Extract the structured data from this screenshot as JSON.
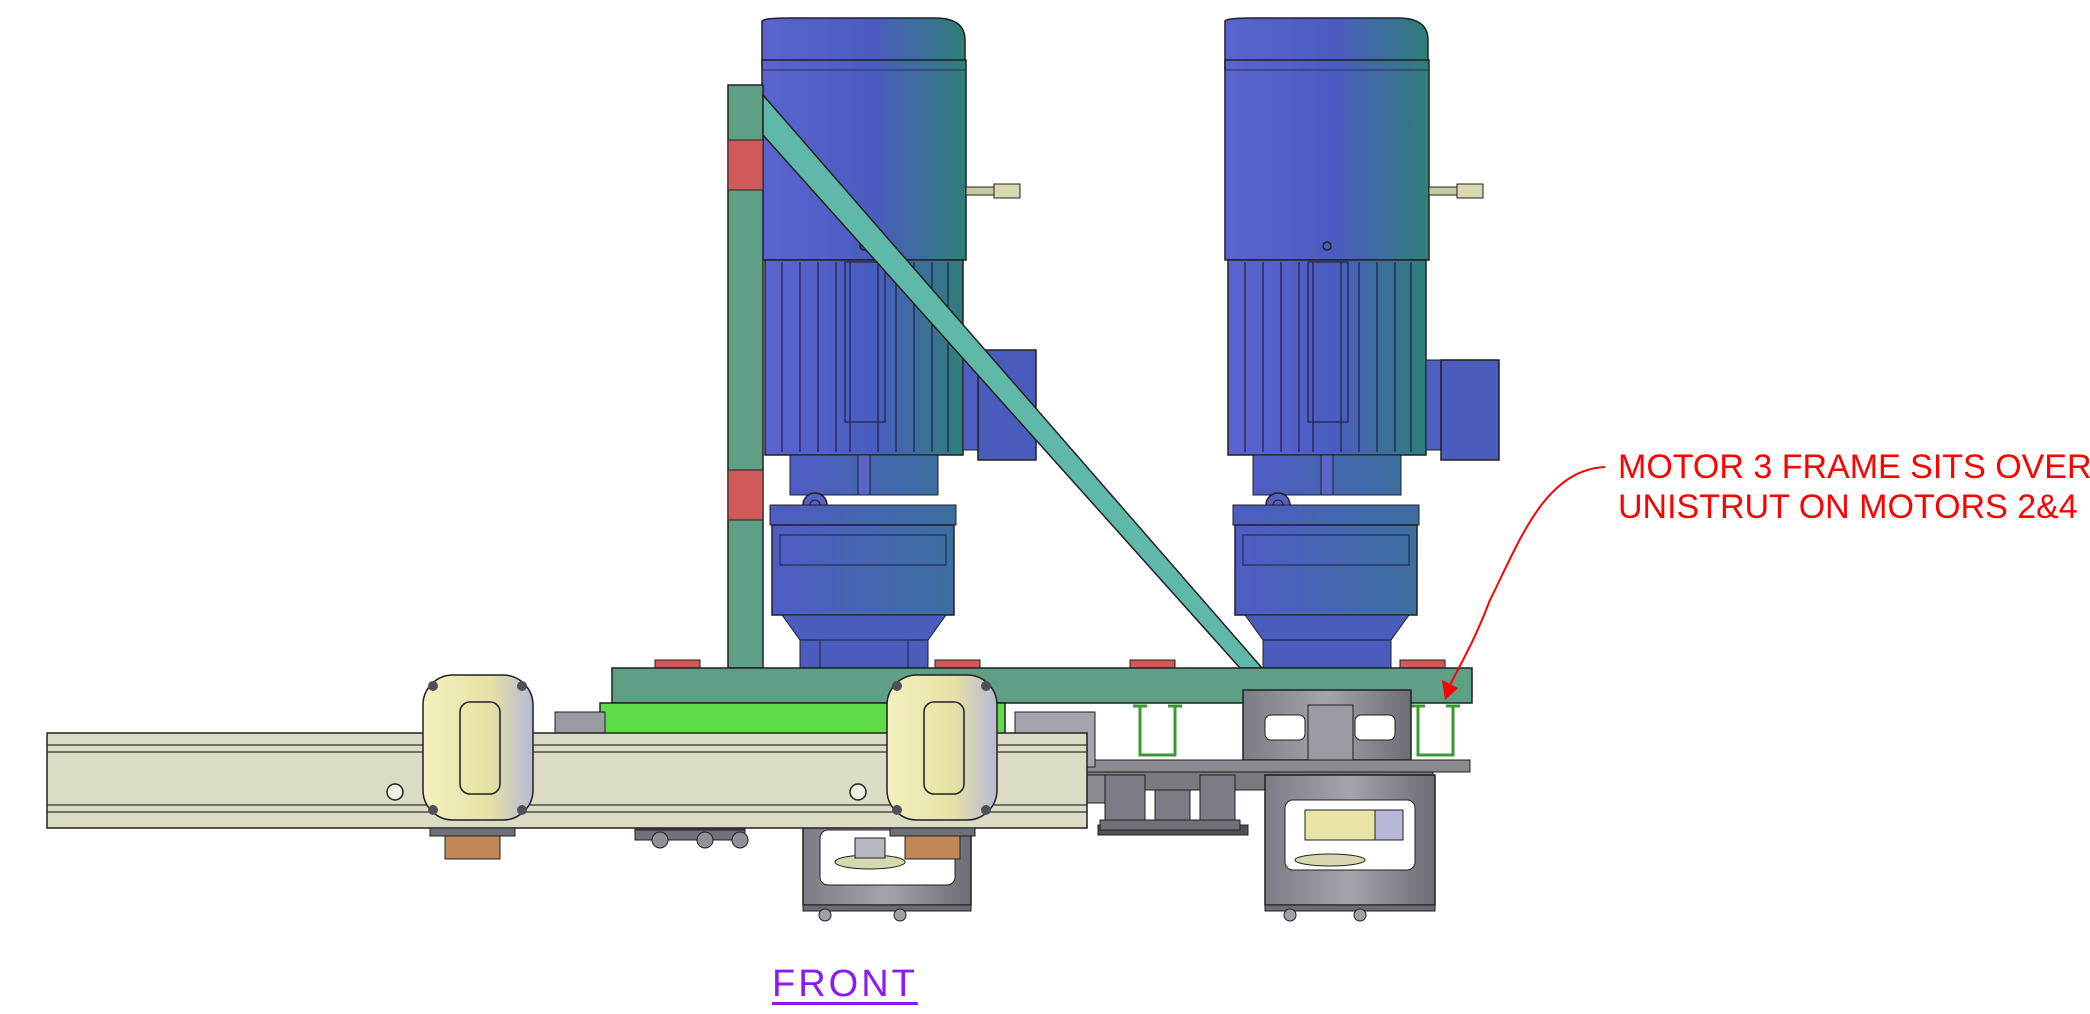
{
  "annotation": {
    "line1": "MOTOR 3 FRAME SITS OVER",
    "line2": "UNISTRUT ON MOTORS 2&4",
    "color": "#ff0000"
  },
  "caption": {
    "text": "FRONT",
    "color": "#8a1cf0"
  },
  "colors": {
    "motor_top": "#5660c8",
    "motor_side": "#2e7b78",
    "frame": "#5e9f86",
    "brace": "#5fb8a8",
    "pad": "#d05a5a",
    "plate_green": "#5fdc4a",
    "rail": "#dcdcc4",
    "housing": "#e8e4a8",
    "steel": "#8a8a90"
  }
}
